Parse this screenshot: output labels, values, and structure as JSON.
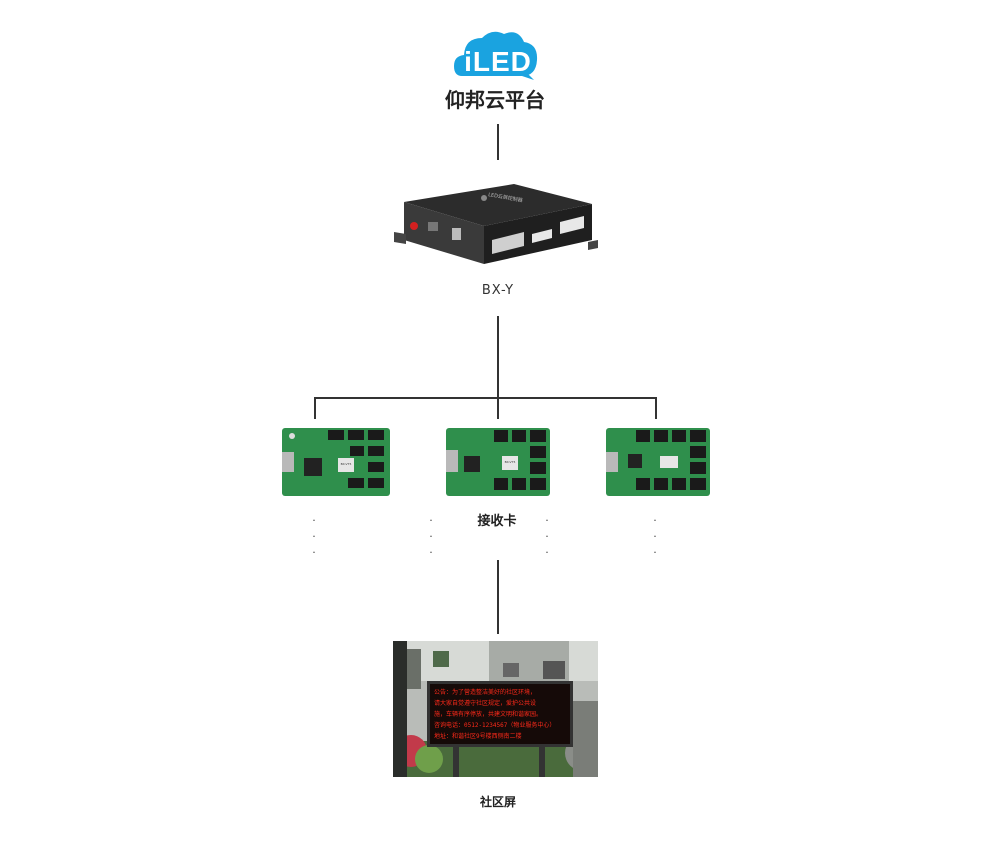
{
  "logo": {
    "text": "iLED",
    "color": "#1aa3e0"
  },
  "platform": {
    "title": "仰邦云平台"
  },
  "controller": {
    "label": "BX-Y",
    "panel_text": "LED云屏控制器"
  },
  "receivers": {
    "label": "接收卡",
    "cards": [
      {
        "chip": "BX-V75"
      },
      {
        "chip": "BX-V75"
      },
      {
        "chip": ""
      }
    ],
    "dots": ".",
    "card_color": "#2f8f4c"
  },
  "screen": {
    "label": "社区屏",
    "led_lines": [
      "公告：为了营造整洁美好的社区环境，",
      "请大家自觉遵守社区规定，爱护公共设",
      "施，车辆有序停放，共建文明和谐家园。",
      "咨询电话：0512-1234567（物业服务中心）",
      "地址：和谐社区9号楼西侧南二楼"
    ],
    "led_color": "#ff2a1a"
  }
}
